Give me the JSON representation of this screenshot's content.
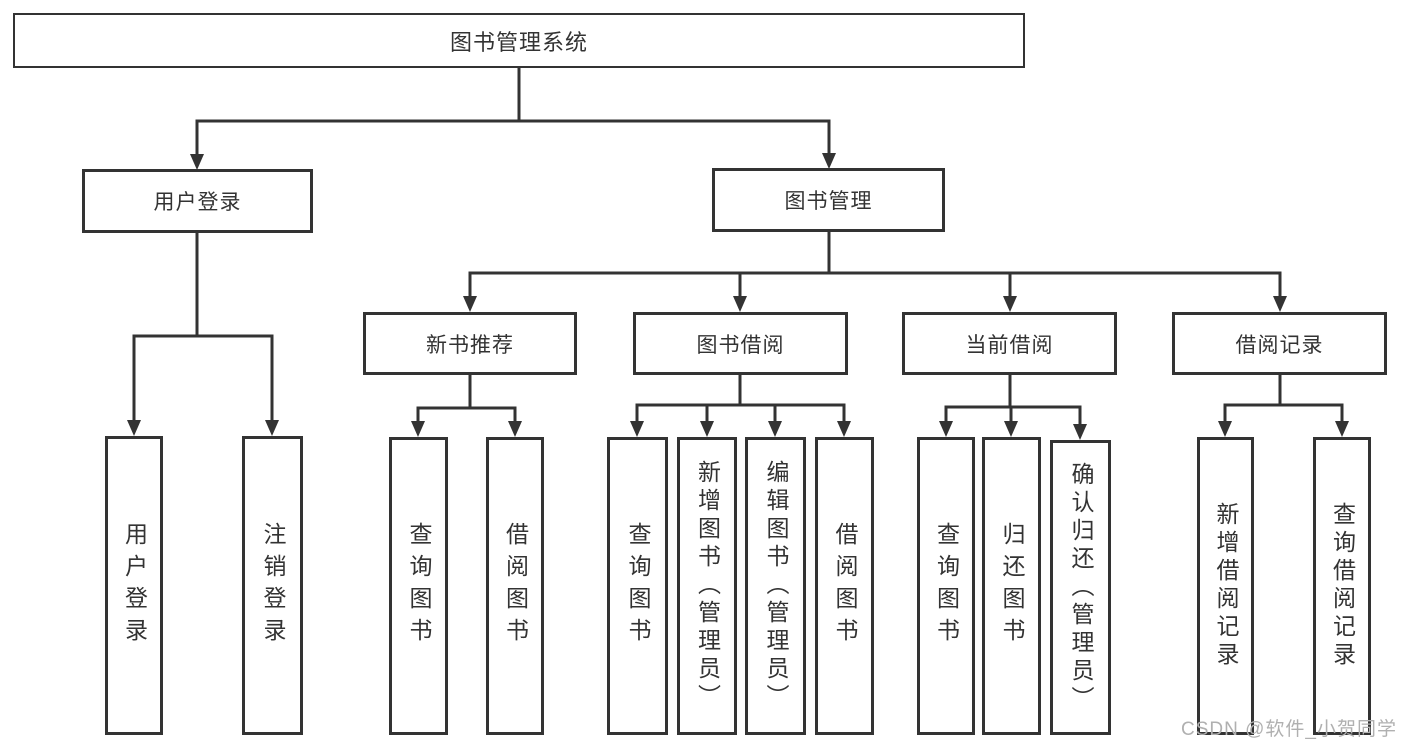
{
  "diagram": {
    "root": "图书管理系统",
    "branches": {
      "user_login": {
        "label": "用户登录",
        "children": [
          "用户登录",
          "注销登录"
        ]
      },
      "book_management": {
        "label": "图书管理",
        "modules": [
          {
            "label": "新书推荐",
            "children": [
              "查询图书",
              "借阅图书"
            ]
          },
          {
            "label": "图书借阅",
            "children": [
              "查询图书",
              "新增图书（管理员）",
              "编辑图书（管理员）",
              "借阅图书"
            ]
          },
          {
            "label": "当前借阅",
            "children": [
              "查询图书",
              "归还图书",
              "确认归还（管理员）"
            ]
          },
          {
            "label": "借阅记录",
            "children": [
              "新增借阅记录",
              "查询借阅记录"
            ]
          }
        ]
      }
    }
  },
  "watermark": "CSDN @软件_小贺同学",
  "colors": {
    "line": "#333333",
    "text": "#333333",
    "box_fill": "#ffffff",
    "background": "#ffffff",
    "watermark": "#b0b0b0"
  }
}
